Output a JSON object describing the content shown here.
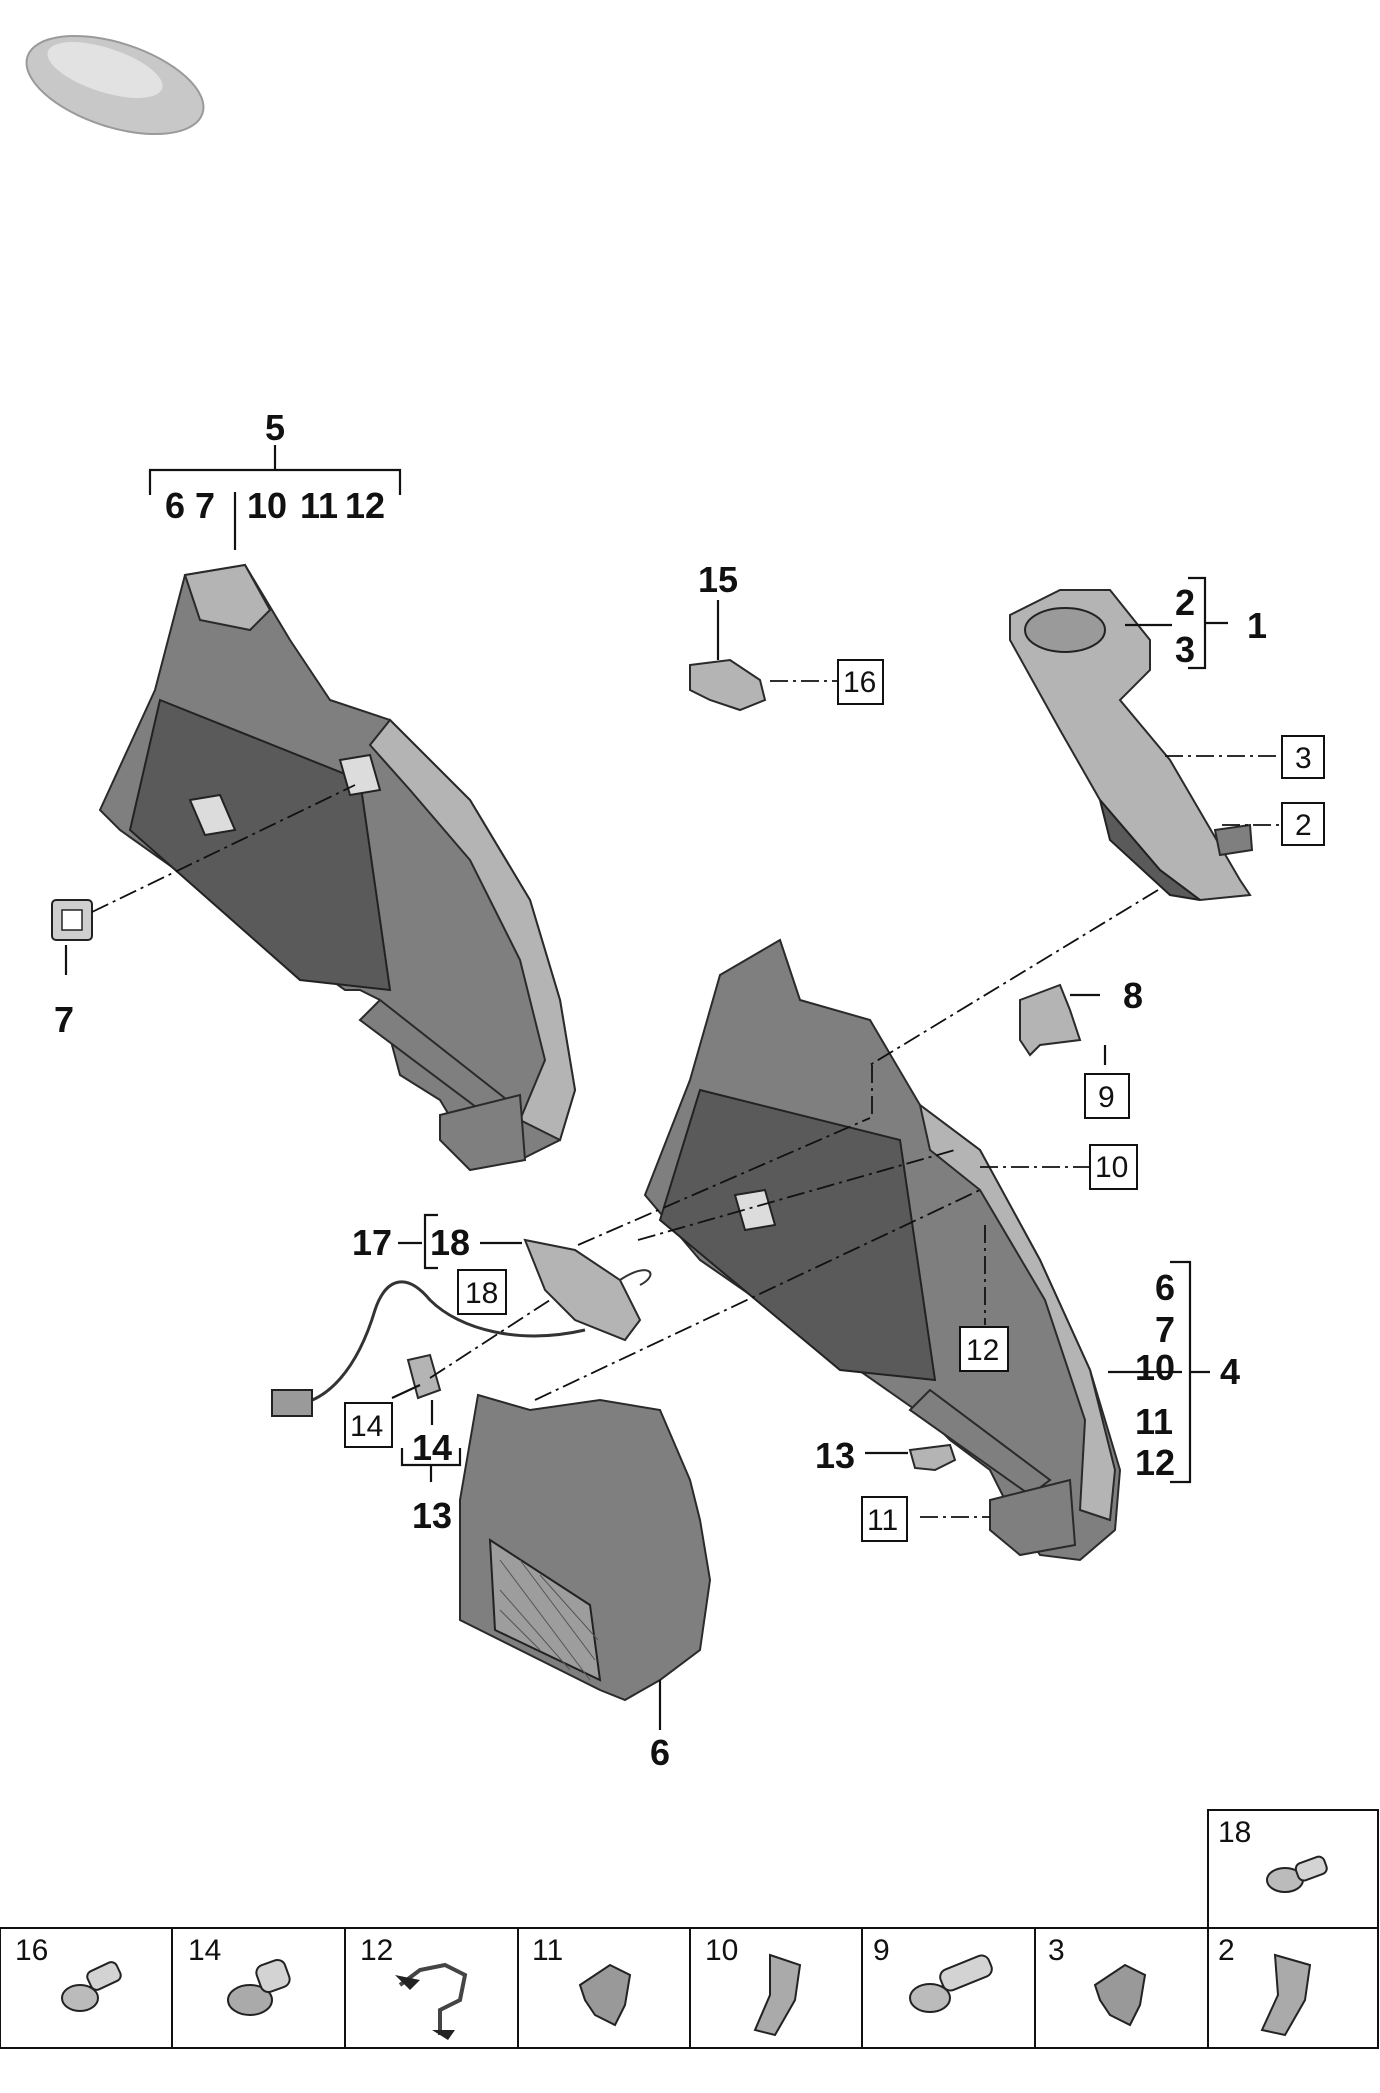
{
  "callouts": {
    "c5": "5",
    "c5_group": [
      "6",
      "7",
      "10",
      "11",
      "12"
    ],
    "c7": "7",
    "c15": "15",
    "c16": "16",
    "c1": "1",
    "c1_group": [
      "2",
      "3"
    ],
    "c3": "3",
    "c2": "2",
    "c8": "8",
    "c9": "9",
    "c10": "10",
    "c17": "17",
    "c18a": "18",
    "c18b": "18",
    "c12": "12",
    "c14a": "14",
    "c14b": "14",
    "c13a": "13",
    "c13b": "13",
    "c11": "11",
    "c6": "6",
    "c4": "4",
    "c4_group": [
      "6",
      "7",
      "10",
      "11",
      "12"
    ]
  },
  "fastener_table": {
    "top_cell": "18",
    "bottom_cells": [
      "16",
      "14",
      "12",
      "11",
      "10",
      "9",
      "3",
      "2"
    ]
  }
}
